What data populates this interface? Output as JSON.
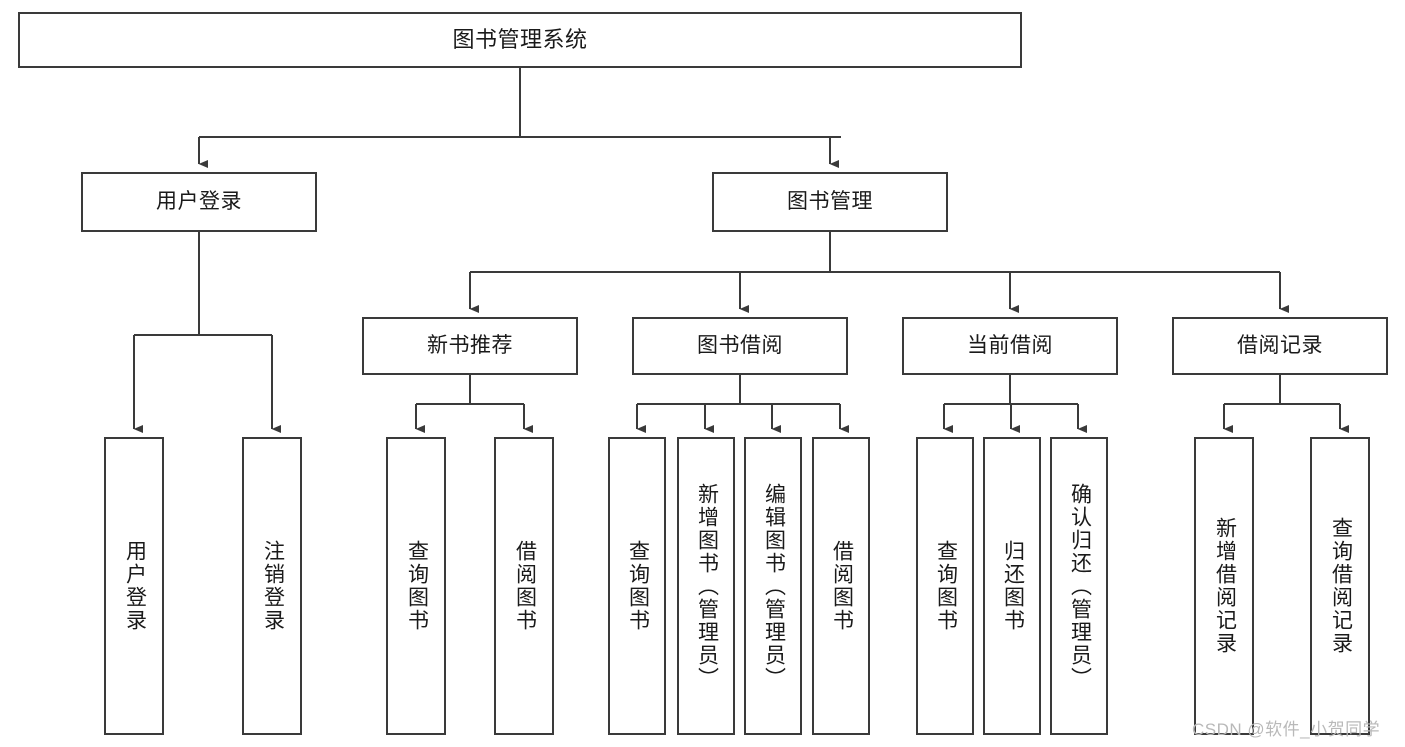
{
  "diagram": {
    "title": "图书管理系统",
    "type": "functional-structure-tree",
    "orientation": "top-down",
    "theme": {
      "background": "#ffffff",
      "node_fill": "#ffffff",
      "node_stroke": "#3a3a3a",
      "edge_stroke": "#3a3a3a",
      "text_color": "#1a1a1a",
      "watermark_color": "#b9b9b9"
    },
    "levels": [
      {
        "level": 0,
        "nodes": [
          {
            "id": "root",
            "label": "图书管理系统",
            "orientation": "horizontal"
          }
        ]
      },
      {
        "level": 1,
        "nodes": [
          {
            "id": "login",
            "label": "用户登录",
            "orientation": "horizontal",
            "parent": "root"
          },
          {
            "id": "bookmgmt",
            "label": "图书管理",
            "orientation": "horizontal",
            "parent": "root"
          }
        ]
      },
      {
        "level": 2,
        "nodes": [
          {
            "id": "newbook",
            "label": "新书推荐",
            "orientation": "horizontal",
            "parent": "bookmgmt"
          },
          {
            "id": "borrow",
            "label": "图书借阅",
            "orientation": "horizontal",
            "parent": "bookmgmt"
          },
          {
            "id": "current",
            "label": "当前借阅",
            "orientation": "horizontal",
            "parent": "bookmgmt"
          },
          {
            "id": "records",
            "label": "借阅记录",
            "orientation": "horizontal",
            "parent": "bookmgmt"
          }
        ]
      },
      {
        "level": 3,
        "nodes": [
          {
            "id": "leaf1",
            "label": "用户登录",
            "orientation": "vertical",
            "parent": "login"
          },
          {
            "id": "leaf2",
            "label": "注销登录",
            "orientation": "vertical",
            "parent": "login"
          },
          {
            "id": "leaf3",
            "label": "查询图书",
            "orientation": "vertical",
            "parent": "newbook"
          },
          {
            "id": "leaf4",
            "label": "借阅图书",
            "orientation": "vertical",
            "parent": "newbook"
          },
          {
            "id": "leaf5",
            "label": "查询图书",
            "orientation": "vertical",
            "parent": "borrow"
          },
          {
            "id": "leaf6",
            "label": "新增图书（管理员）",
            "orientation": "vertical",
            "parent": "borrow"
          },
          {
            "id": "leaf7",
            "label": "编辑图书（管理员）",
            "orientation": "vertical",
            "parent": "borrow"
          },
          {
            "id": "leaf8",
            "label": "借阅图书",
            "orientation": "vertical",
            "parent": "borrow"
          },
          {
            "id": "leaf9",
            "label": "查询图书",
            "orientation": "vertical",
            "parent": "current"
          },
          {
            "id": "leaf10",
            "label": "归还图书",
            "orientation": "vertical",
            "parent": "current"
          },
          {
            "id": "leaf11",
            "label": "确认归还（管理员）",
            "orientation": "vertical",
            "parent": "current"
          },
          {
            "id": "leaf12",
            "label": "新增借阅记录",
            "orientation": "vertical",
            "parent": "records"
          },
          {
            "id": "leaf13",
            "label": "查询借阅记录",
            "orientation": "vertical",
            "parent": "records"
          }
        ]
      }
    ]
  },
  "watermark": {
    "text": "CSDN @软件_小贺同学"
  }
}
